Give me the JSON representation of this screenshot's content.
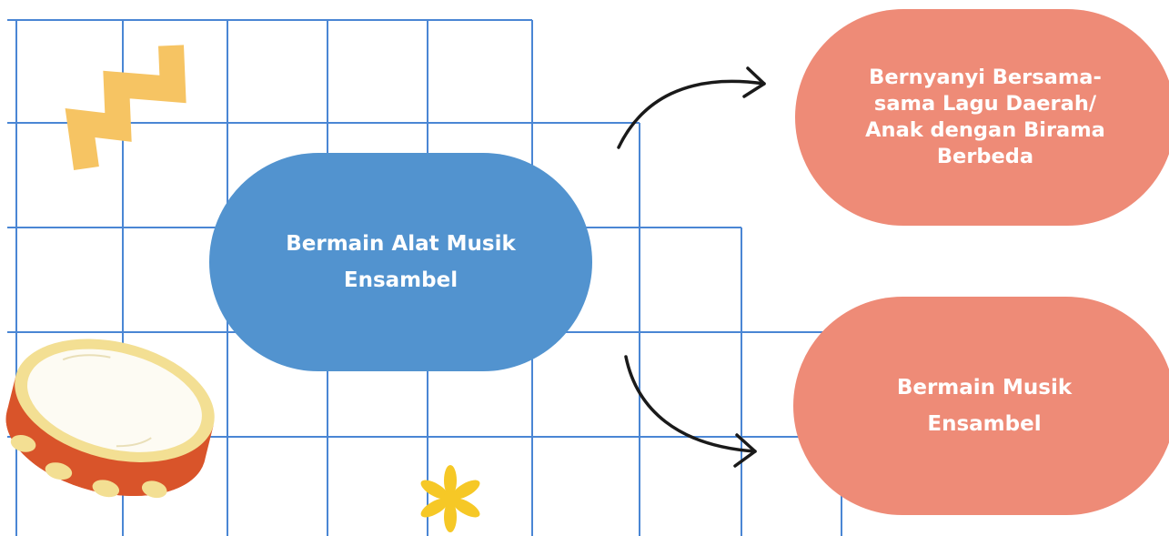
{
  "diagram": {
    "center_node": {
      "lines": [
        "Bermain Alat Musik",
        "Ensambel"
      ]
    },
    "top_node": {
      "lines": [
        "Bernyanyi Bersama-",
        "sama Lagu Daerah/",
        "Anak dengan Birama",
        "Berbeda"
      ]
    },
    "bottom_node": {
      "lines": [
        "Bermain Musik",
        "Ensambel"
      ]
    }
  },
  "colors": {
    "center_fill": "#5293cf",
    "branch_fill": "#ee8b77",
    "grid_line": "#4a86d4",
    "zigzag": "#f6c463",
    "flower": "#f6c826",
    "tambourine_rim": "#f3df93",
    "tambourine_body": "#d9542a"
  },
  "icons": [
    "zigzag-decoration-icon",
    "tambourine-icon",
    "flower-icon",
    "curved-arrow-icon"
  ]
}
